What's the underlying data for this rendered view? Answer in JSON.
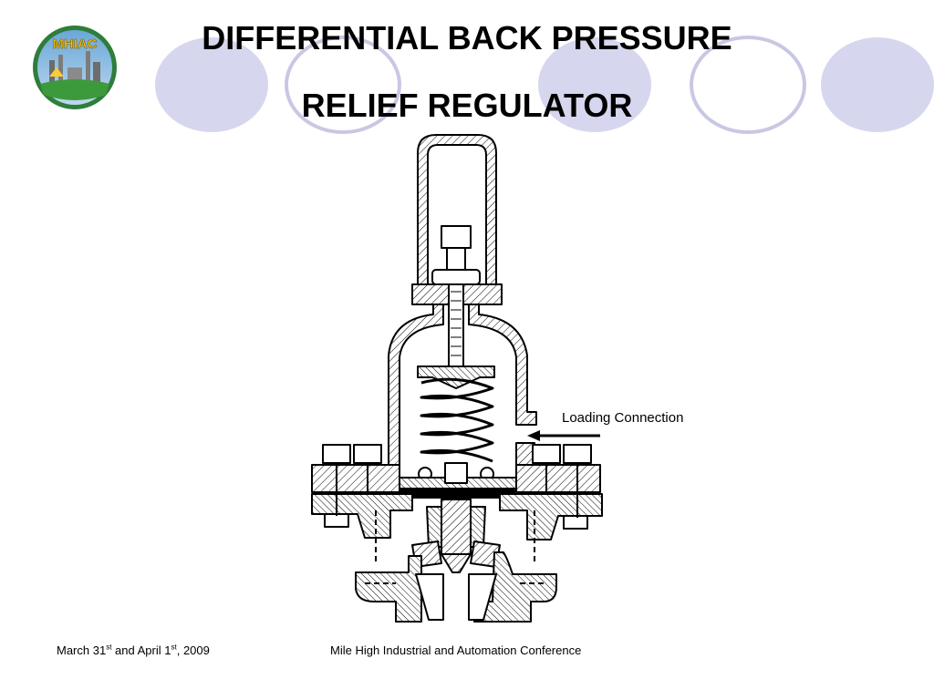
{
  "slide": {
    "title_line1": "DIFFERENTIAL BACK PRESSURE",
    "title_line2": "RELIEF REGULATOR",
    "logo_text": "MHIAC",
    "callout": "Loading Connection",
    "footer_date": {
      "part1": "March 31",
      "sup1": "st",
      "part2": " and April 1",
      "sup2": "st",
      "part3": ", 2009"
    },
    "footer_conference": "Mile High Industrial and Automation Conference"
  },
  "colors": {
    "circle_fill": "#d6d6ee",
    "circle_outline": "#c8c8e4",
    "ink": "#000000"
  }
}
